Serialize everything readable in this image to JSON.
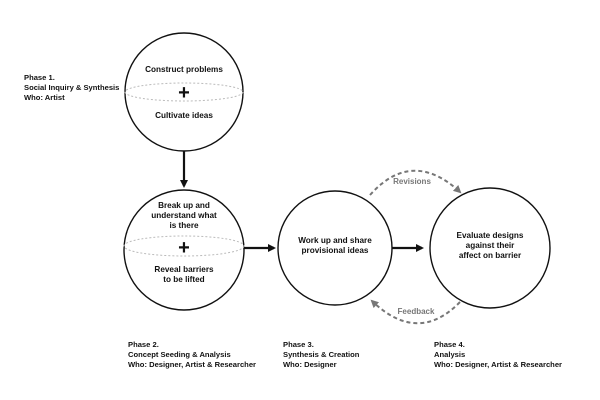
{
  "phases": [
    {
      "phase": "Phase 1.",
      "name": "Social Inquiry & Synthesis",
      "who": "Who: Artist",
      "circle_top": [
        "Construct problems"
      ],
      "circle_bottom": [
        "Cultivate ideas"
      ],
      "symbol": "+"
    },
    {
      "phase": "Phase 2.",
      "name": "Concept Seeding & Analysis",
      "who": "Who: Designer, Artist & Researcher",
      "circle_top": [
        "Break up and",
        "understand what",
        "is there"
      ],
      "circle_bottom": [
        "Reveal barriers",
        "to be lifted"
      ],
      "symbol": "+"
    },
    {
      "phase": "Phase 3.",
      "name": "Synthesis & Creation",
      "who": "Who: Designer",
      "circle_text": [
        "Work up and share",
        "provisional ideas"
      ]
    },
    {
      "phase": "Phase 4.",
      "name": "Analysis",
      "who": "Who: Designer, Artist & Researcher",
      "circle_text": [
        "Evaluate designs",
        "against their",
        "affect on barrier"
      ]
    }
  ],
  "loops": {
    "top": "Revisions",
    "bottom": "Feedback"
  },
  "colors": {
    "stroke": "#111111",
    "dashed": "#777777",
    "equator": "#bbbbbb"
  }
}
